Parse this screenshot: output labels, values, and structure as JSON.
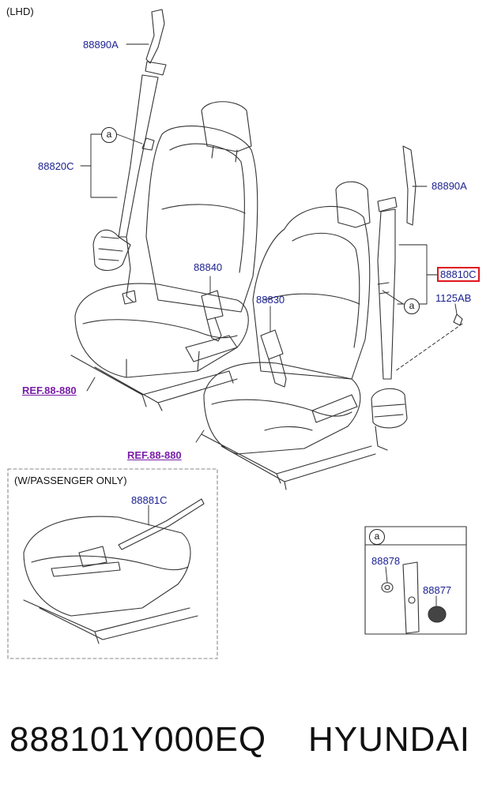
{
  "diagram": {
    "variant_label": "(LHD)",
    "parts": {
      "anchor_upper_left": "88890A",
      "belt_assy_left": "88820C",
      "buckle_left": "88840",
      "buckle_right": "88830",
      "anchor_upper_right": "88890A",
      "belt_assy_right": "88810C",
      "bolt": "1125AB",
      "sensor_cable": "88881C",
      "cap_small": "88878",
      "cap_large": "88877"
    },
    "ref_left": "REF.88-880",
    "ref_right": "REF.88-880",
    "inset_label": "(W/PASSENGER ONLY)",
    "callout_letter": "a",
    "colors": {
      "part_text": "#1a1f8f",
      "ref_text": "#7a1fa8",
      "highlight": "#e0161e"
    }
  },
  "footer": {
    "part_number": "888101Y000EQ",
    "brand": "HYUNDAI"
  }
}
